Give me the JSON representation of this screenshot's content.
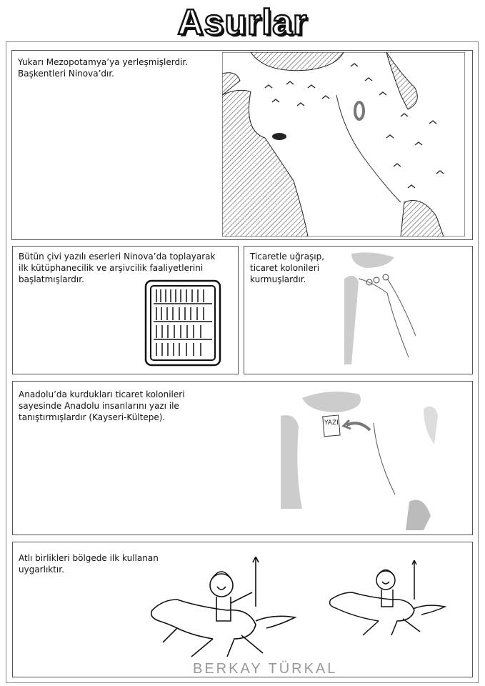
{
  "title": "Asurlar",
  "panels": [
    {
      "text": [
        "Yukarı Mezopotamya’ya yerleşmişlerdir.",
        "Başkentleri Ninova’dır."
      ]
    },
    {
      "text": [
        "Bütün çivi yazılı eserleri Ninova’da toplayarak",
        "ilk kütüphanecilik ve arşivcilik faaliyetlerini",
        "başlatmışlardır."
      ]
    },
    {
      "text": [
        "Ticaretle uğraşıp,",
        "ticaret kolonileri",
        "kurmuşlardır."
      ]
    },
    {
      "text": [
        "Anadolu’da kurdukları ticaret kolonileri",
        "sayesinde Anadolu insanlarını yazı ile",
        "tanıştırmışlardır (Kayseri-Kültepe)."
      ],
      "map_label": "YAZI"
    },
    {
      "text": [
        "Atlı birlikleri bölgede ilk kullanan",
        "uygarlıktır."
      ]
    }
  ],
  "signature": "BERKAY TÜRKAL"
}
